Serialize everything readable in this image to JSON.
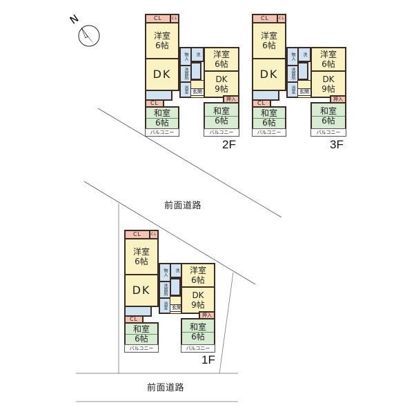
{
  "compass": {
    "label": "N",
    "icon": "north-arrow-icon"
  },
  "roads": [
    {
      "label": "前面道路"
    },
    {
      "label": "前面道路"
    }
  ],
  "floors": [
    {
      "label": "2F",
      "left_unit": {
        "closet": "CL",
        "small_closet": "CL",
        "western_room": {
          "name": "洋室",
          "size": "6帖"
        },
        "dk": {
          "name": "DK"
        },
        "japanese_closet": "CL",
        "japanese_room": {
          "name": "和室",
          "size": "6帖"
        },
        "balcony": "バルコニー"
      },
      "wet_area": {
        "washroom": "洗面所",
        "bath": "浴室",
        "toilet": "洗",
        "storage": "物入",
        "entrance": "玄関"
      },
      "right_unit": {
        "western_room": {
          "name": "洋室",
          "size": "6帖"
        },
        "dk": {
          "name": "DK",
          "size": "9帖"
        },
        "oshiire": "押入",
        "japanese_room": {
          "name": "和室",
          "size": "6帖"
        },
        "balcony": "バルコニー"
      }
    },
    {
      "label": "3F",
      "left_unit": {
        "closet": "CL",
        "small_closet": "CL",
        "western_room": {
          "name": "洋室",
          "size": "6帖"
        },
        "dk": {
          "name": "DK"
        },
        "japanese_closet": "CL",
        "japanese_room": {
          "name": "和室",
          "size": "6帖"
        },
        "balcony": "バルコニー"
      },
      "wet_area": {
        "washroom": "洗面所",
        "bath": "浴室",
        "toilet": "洗",
        "storage": "物入",
        "entrance": "玄関"
      },
      "right_unit": {
        "western_room": {
          "name": "洋室",
          "size": "6帖"
        },
        "dk": {
          "name": "DK",
          "size": "9帖"
        },
        "oshiire": "押入",
        "japanese_room": {
          "name": "和室",
          "size": "6帖"
        },
        "balcony": "バルコニー"
      }
    },
    {
      "label": "1F",
      "left_unit": {
        "closet": "CL",
        "small_closet": "CL",
        "western_room": {
          "name": "洋室",
          "size": "6帖"
        },
        "dk": {
          "name": "DK"
        },
        "japanese_closet": "CL",
        "japanese_room": {
          "name": "和室",
          "size": "6帖"
        },
        "balcony": "バルコニー"
      },
      "wet_area": {
        "washroom": "洗面所",
        "bath": "浴室",
        "toilet": "洗",
        "storage": "物入",
        "entrance": "玄関"
      },
      "right_unit": {
        "western_room": {
          "name": "洋室",
          "size": "6帖"
        },
        "dk": {
          "name": "DK",
          "size": "9帖"
        },
        "oshiire": "押入",
        "japanese_room": {
          "name": "和室",
          "size": "6帖"
        },
        "balcony": "バルコニー"
      }
    }
  ],
  "colors": {
    "western_room": "#fbf2c4",
    "japanese_room": "#d7ecd2",
    "closet": "#f3c3b3",
    "wet_area": "#cfe3f3",
    "wall": "#3a2a22"
  }
}
